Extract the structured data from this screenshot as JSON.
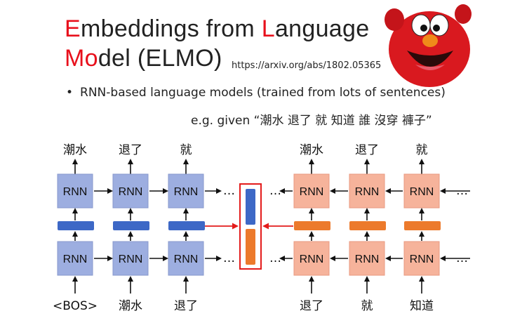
{
  "title": {
    "line1_hl": "E",
    "line1_a": "mbeddings from ",
    "line1_hl2": "L",
    "line1_b": "anguage",
    "line2_hl": "Mo",
    "line2_a": "del (ELMO)"
  },
  "url": "https://arxiv.org/abs/1802.05365",
  "bullet": "RNN-based language models (trained from lots of sentences)",
  "example": "e.g. given “潮水 退了 就 知道 誰 沒穿 褲子”",
  "forward": {
    "top_labels": [
      "潮水",
      "退了",
      "就"
    ],
    "bottom_labels": [
      "<BOS>",
      "潮水",
      "退了"
    ],
    "cell_label": "RNN",
    "continuation": "…"
  },
  "backward": {
    "top_labels": [
      "潮水",
      "退了",
      "就"
    ],
    "bottom_labels": [
      "退了",
      "就",
      "知道"
    ],
    "cell_label": "RNN",
    "continuation": "…"
  },
  "colors": {
    "title_highlight": "#e8101c",
    "forward_cell": "#9daee0",
    "forward_embed": "#3d68c6",
    "backward_cell": "#f6b39b",
    "backward_embed": "#ec7a2c",
    "highlight_box": "#e31b1b"
  }
}
